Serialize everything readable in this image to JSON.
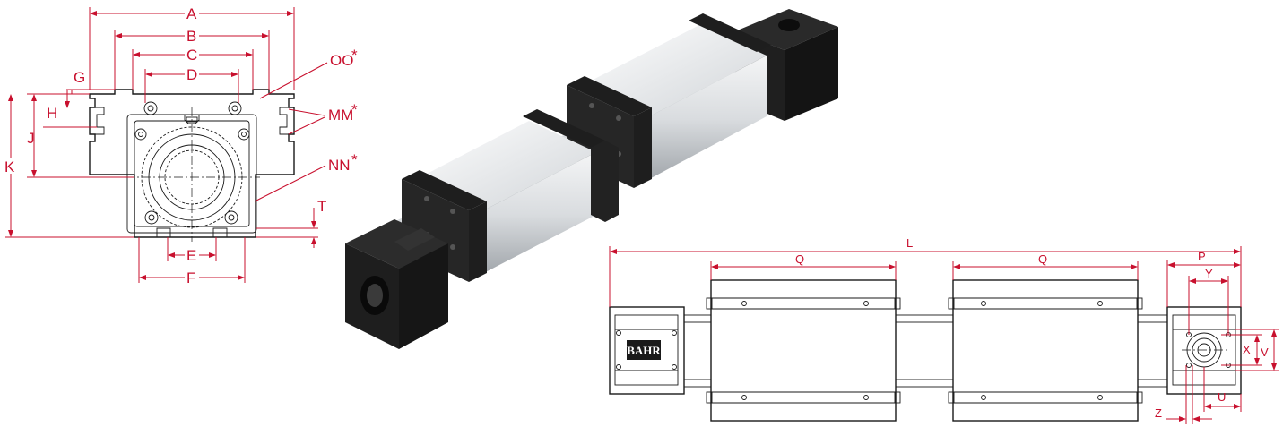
{
  "colors": {
    "dimension": "#c8102e",
    "outline": "#1a1a1a",
    "aluminum_light": "#e8eaec",
    "aluminum_dark": "#8c9095",
    "black_part": "#1c1c1c"
  },
  "end_view": {
    "labels": {
      "A": "A",
      "B": "B",
      "C": "C",
      "D": "D",
      "G": "G",
      "H": "H",
      "J": "J",
      "K": "K",
      "E": "E",
      "F": "F",
      "T": "T",
      "OO": "OO",
      "MM": "MM",
      "NN": "NN",
      "asterisk": "*"
    }
  },
  "render_3d": {
    "logo": "image"
  },
  "side_view": {
    "labels": {
      "L": "L",
      "Q1": "Q",
      "Q2": "Q",
      "P": "P",
      "Y": "Y",
      "X": "X",
      "V": "V",
      "U": "U",
      "Z": "Z"
    },
    "logo_text": "BAHR"
  }
}
